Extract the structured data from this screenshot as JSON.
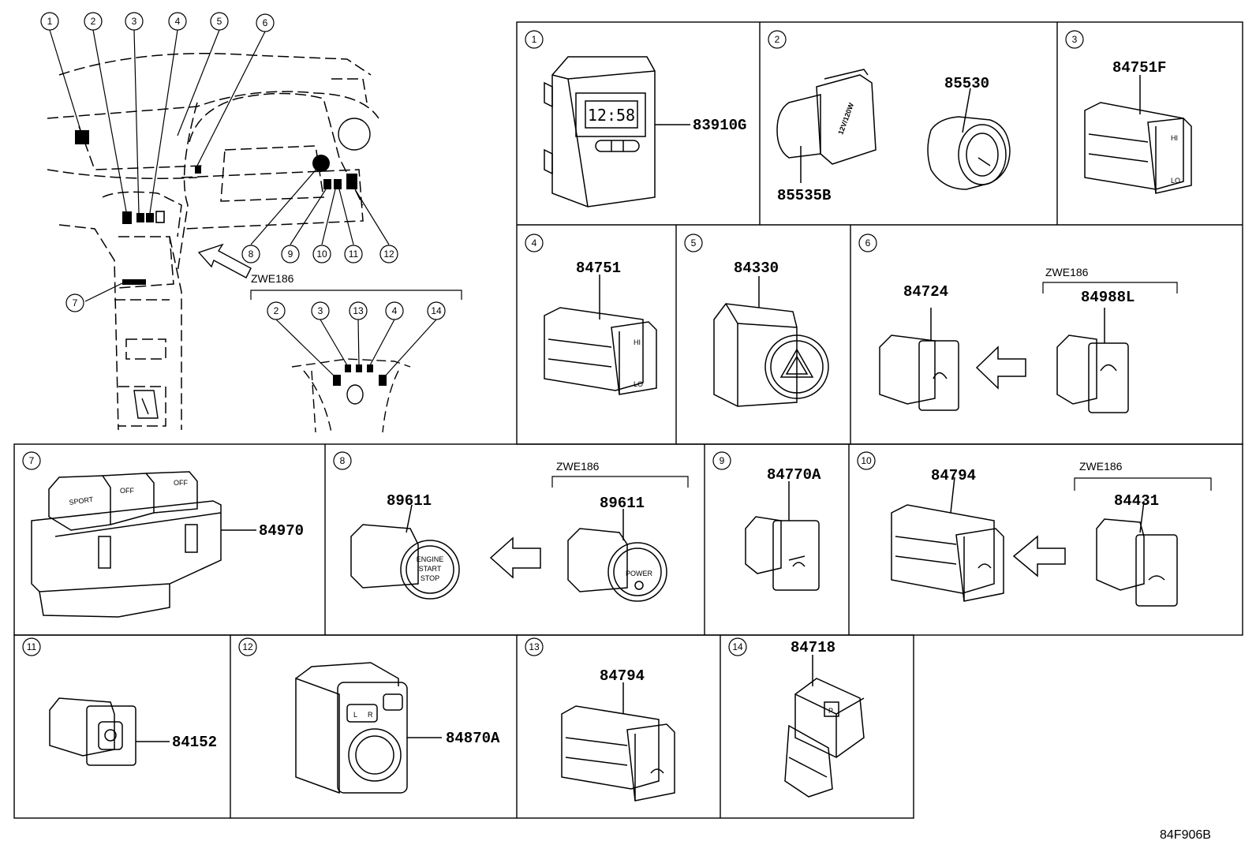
{
  "diagram_ref": "84F906B",
  "variant_tag": "ZWE186",
  "overview": {
    "callouts_top": [
      "1",
      "2",
      "3",
      "4",
      "5",
      "6"
    ],
    "callouts_right": [
      "8",
      "9",
      "10",
      "11",
      "12"
    ],
    "callout_left": "7",
    "inset": {
      "tag": "ZWE186",
      "callouts": [
        "2",
        "3",
        "13",
        "4",
        "14"
      ]
    }
  },
  "panels": [
    {
      "num": "1",
      "parts": [
        "83910G"
      ],
      "clock": "12:58"
    },
    {
      "num": "2",
      "parts": [
        "85535B",
        "85530"
      ],
      "socket_text": "12V/120W"
    },
    {
      "num": "3",
      "parts": [
        "84751F"
      ],
      "labels": [
        "HI",
        "LO"
      ]
    },
    {
      "num": "4",
      "parts": [
        "84751"
      ],
      "labels": [
        "HI",
        "LO"
      ]
    },
    {
      "num": "5",
      "parts": [
        "84330"
      ]
    },
    {
      "num": "6",
      "parts": [
        "84724",
        "84988L"
      ],
      "tag": "ZWE186"
    },
    {
      "num": "7",
      "parts": [
        "84970"
      ],
      "labels": [
        "SPORT",
        "OFF",
        "OFF"
      ]
    },
    {
      "num": "8",
      "parts": [
        "89611",
        "89611"
      ],
      "tag": "ZWE186",
      "button_text": [
        "ENGINE",
        "START",
        "STOP"
      ],
      "power_text": "POWER"
    },
    {
      "num": "9",
      "parts": [
        "84770A"
      ]
    },
    {
      "num": "10",
      "parts": [
        "84794",
        "84431"
      ],
      "tag": "ZWE186"
    },
    {
      "num": "11",
      "parts": [
        "84152"
      ]
    },
    {
      "num": "12",
      "parts": [
        "84870A"
      ],
      "labels": [
        "L",
        "R"
      ]
    },
    {
      "num": "13",
      "parts": [
        "84794"
      ]
    },
    {
      "num": "14",
      "parts": [
        "84718"
      ],
      "labels": [
        "P"
      ]
    }
  ]
}
